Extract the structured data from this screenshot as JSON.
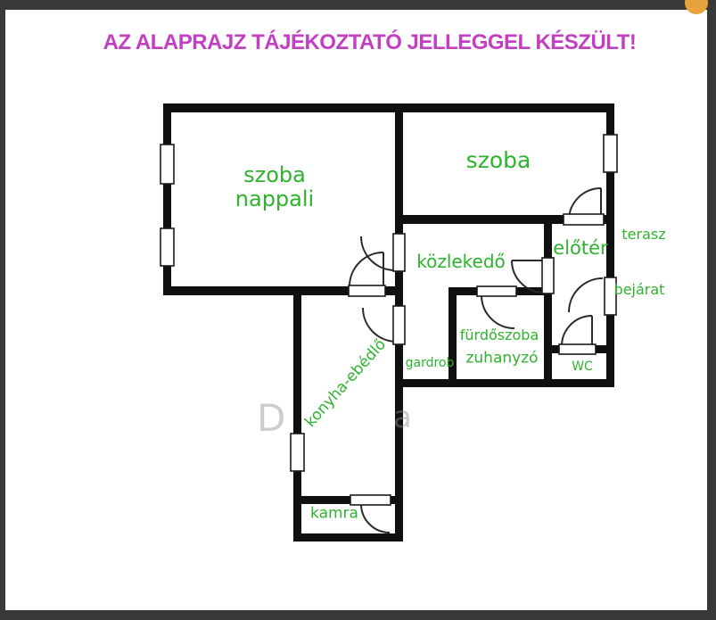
{
  "page": {
    "title": "AZ ALAPRAJZ TÁJÉKOZTATÓ JELLEGGEL KÉSZÜLT!",
    "title_color": "#c23fc2",
    "frame_color": "#383838",
    "orange_dot_color": "#e6a23c",
    "background_color": "#ffffff"
  },
  "colors": {
    "wall": "#101010",
    "room_label": "#2db32d",
    "watermark": "#8f8f8f"
  },
  "rooms": {
    "nappali": {
      "label_line1": "szoba",
      "label_line2": "nappali"
    },
    "szoba": {
      "label": "szoba"
    },
    "kozlekedo": {
      "label": "közlekedő"
    },
    "eloter": {
      "label": "előtér"
    },
    "terasz": {
      "label": "terasz"
    },
    "bejarat": {
      "label": "bejárat"
    },
    "furdoszoba": {
      "label": "fürdőszoba"
    },
    "zuhanyzo": {
      "label": "zuhanyzó"
    },
    "gardrob": {
      "label": "gardrob"
    },
    "wc": {
      "label": "WC"
    },
    "konyha": {
      "label": "konyha-ebédlő"
    },
    "kamra": {
      "label": "kamra"
    }
  },
  "watermark": {
    "letter1": "D",
    "letter2": "a"
  }
}
